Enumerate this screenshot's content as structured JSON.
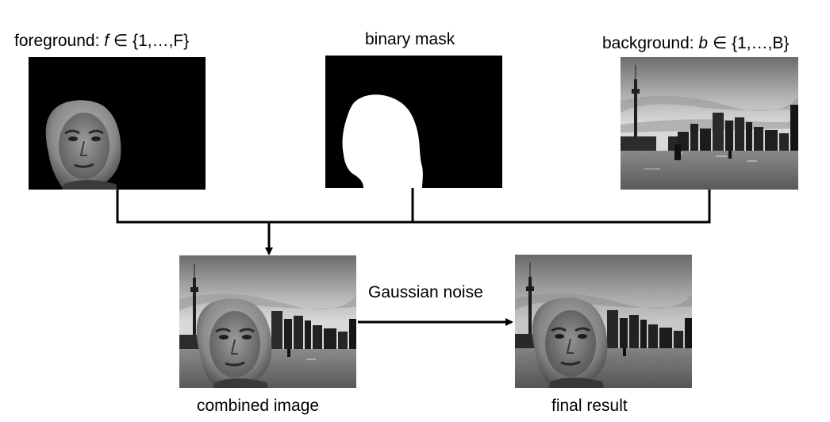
{
  "labels": {
    "foreground_prefix": "foreground: ",
    "foreground_var": "f",
    "foreground_suffix": " ∈ {1,…,F}",
    "mask": "binary mask",
    "background_prefix": "background: ",
    "background_var": "b",
    "background_suffix": " ∈ {1,…,B}",
    "noise": "Gaussian noise",
    "combined": "combined image",
    "final": "final result"
  },
  "icons": {
    "foreground": "face-on-black-photo",
    "mask": "silhouette-mask",
    "background": "city-skyline-photo",
    "combined": "face-over-skyline-photo",
    "final": "noisy-face-over-skyline-photo"
  },
  "colors": {
    "line": "#000000",
    "mask_white": "#ffffff",
    "mask_black": "#000000"
  }
}
